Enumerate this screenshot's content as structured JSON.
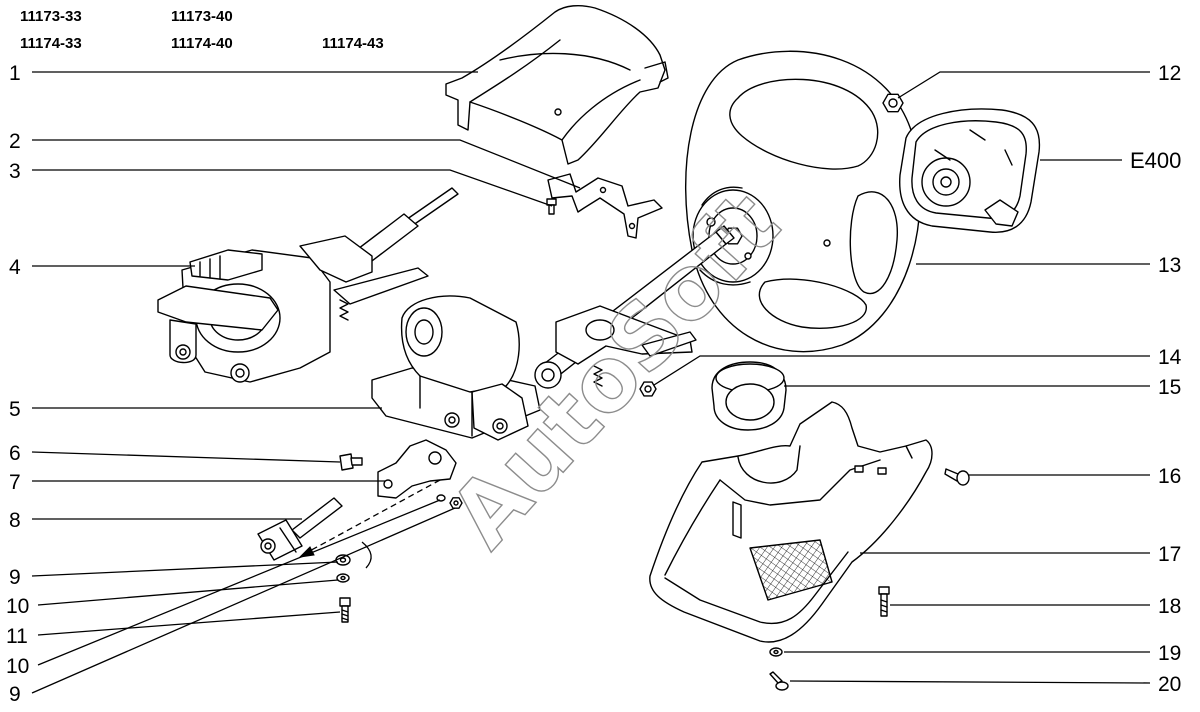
{
  "models": {
    "row1": [
      "11173-33",
      "11173-40"
    ],
    "row2": [
      "11174-33",
      "11174-40",
      "11174-43"
    ]
  },
  "callouts": {
    "left": [
      "1",
      "2",
      "3",
      "4",
      "5",
      "6",
      "7",
      "8",
      "9",
      "10",
      "11",
      "10",
      "9"
    ],
    "right": [
      "12",
      "E400",
      "13",
      "14",
      "15",
      "16",
      "17",
      "18",
      "19",
      "20"
    ]
  },
  "watermark": "AutoSoft"
}
